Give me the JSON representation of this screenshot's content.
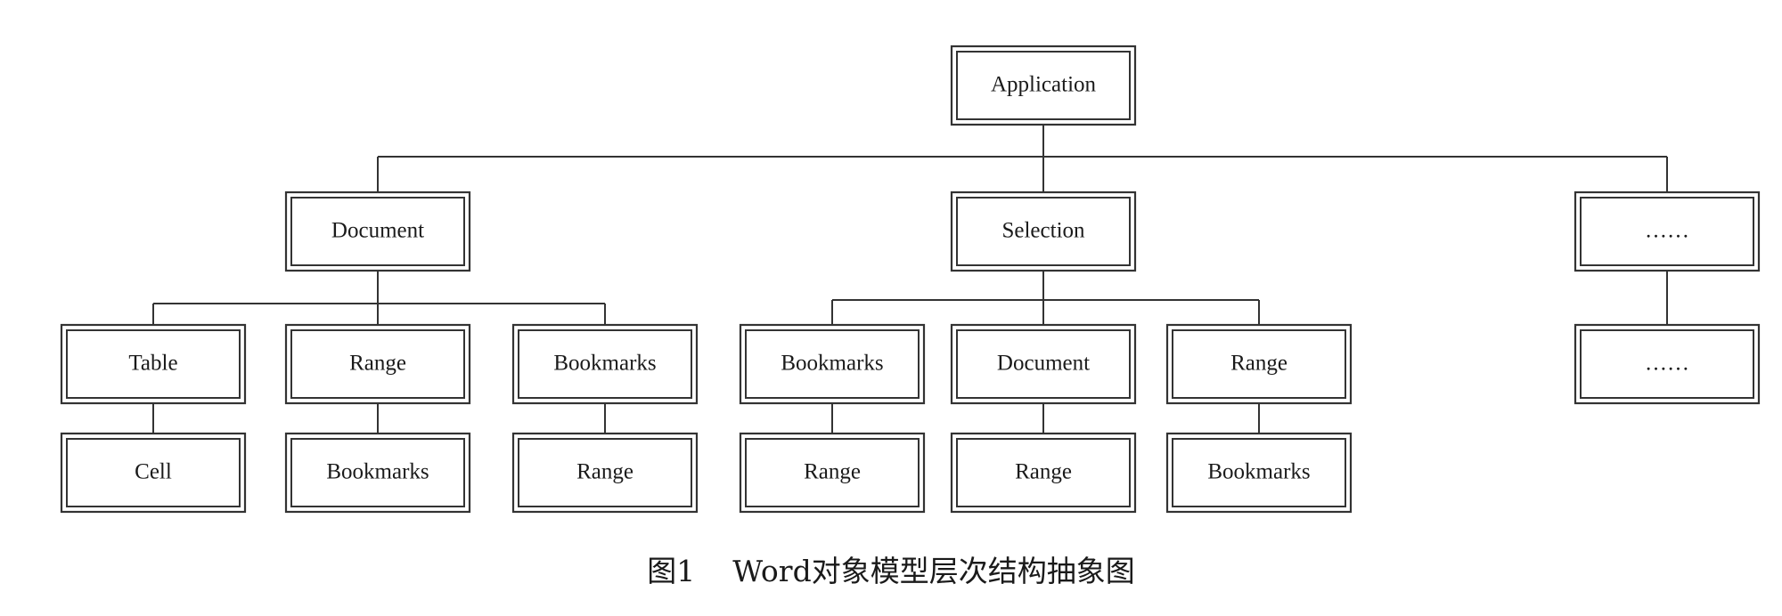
{
  "diagram": {
    "nodes": [
      {
        "id": "application",
        "label": "Application"
      },
      {
        "id": "document",
        "label": "Document"
      },
      {
        "id": "selection",
        "label": "Selection"
      },
      {
        "id": "ellipsis-top",
        "label": "……"
      },
      {
        "id": "table",
        "label": "Table"
      },
      {
        "id": "range-1",
        "label": "Range"
      },
      {
        "id": "bookmarks-1",
        "label": "Bookmarks"
      },
      {
        "id": "bookmarks-2",
        "label": "Bookmarks"
      },
      {
        "id": "document-2",
        "label": "Document"
      },
      {
        "id": "range-2",
        "label": "Range"
      },
      {
        "id": "ellipsis-bottom",
        "label": "……"
      },
      {
        "id": "cell",
        "label": "Cell"
      },
      {
        "id": "bookmarks-3",
        "label": "Bookmarks"
      },
      {
        "id": "range-3",
        "label": "Range"
      },
      {
        "id": "range-4",
        "label": "Range"
      },
      {
        "id": "range-5",
        "label": "Range"
      },
      {
        "id": "bookmarks-4",
        "label": "Bookmarks"
      }
    ],
    "edges": [
      [
        "application",
        "document"
      ],
      [
        "application",
        "selection"
      ],
      [
        "application",
        "ellipsis-top"
      ],
      [
        "document",
        "table"
      ],
      [
        "document",
        "range-1"
      ],
      [
        "document",
        "bookmarks-1"
      ],
      [
        "selection",
        "bookmarks-2"
      ],
      [
        "selection",
        "document-2"
      ],
      [
        "selection",
        "range-2"
      ],
      [
        "ellipsis-top",
        "ellipsis-bottom"
      ],
      [
        "table",
        "cell"
      ],
      [
        "range-1",
        "bookmarks-3"
      ],
      [
        "bookmarks-1",
        "range-3"
      ],
      [
        "bookmarks-2",
        "range-4"
      ],
      [
        "document-2",
        "range-5"
      ],
      [
        "range-2",
        "bookmarks-4"
      ]
    ]
  },
  "caption": {
    "figure": "图1",
    "text": "Word对象模型层次结构抽象图"
  }
}
